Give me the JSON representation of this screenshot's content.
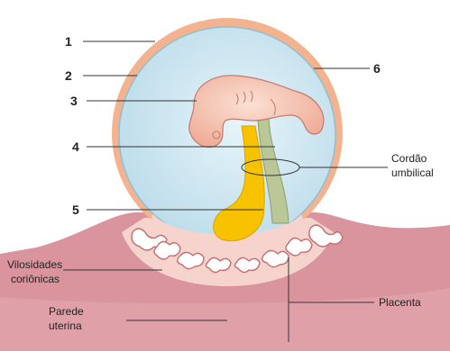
{
  "diagram": {
    "numbers": [
      "1",
      "2",
      "3",
      "4",
      "5",
      "6"
    ],
    "labels": {
      "cordao_line1": "Cordão",
      "cordao_line2": "umbilical",
      "vilosidades_line1": "Vilosidades",
      "vilosidades_line2": "coriônicas",
      "parede_line1": "Parede",
      "parede_line2": "uterina",
      "placenta": "Placenta"
    },
    "colors": {
      "uterine_wall": "#d9949e",
      "uterine_wall_light": "#efc4c6",
      "chorion": "#f3b38e",
      "amniotic_fluid": "#cfe8f2",
      "amnion_edge": "#8fbfd6",
      "embryo": "#f6c6b6",
      "yolk_sac": "#f7c200",
      "allantois_stalk": "#b9c896",
      "villi": "#ffffff"
    }
  }
}
